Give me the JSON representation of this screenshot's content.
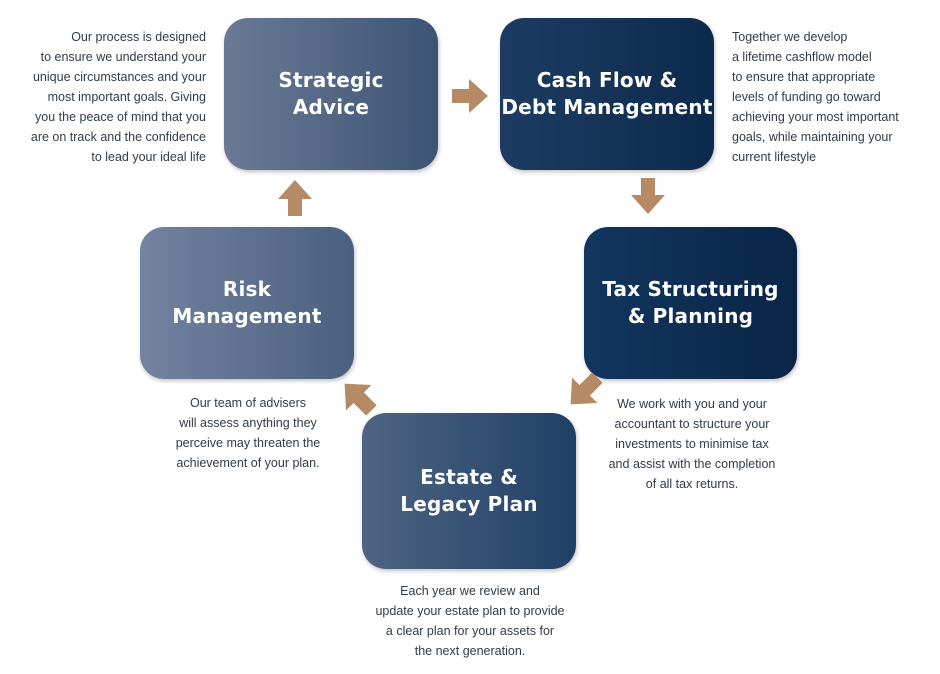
{
  "colors": {
    "arrow": "#b58a64",
    "text": "#333b47",
    "box_light": "#6a7a95",
    "box_dark": "#0c2a4c"
  },
  "steps": [
    {
      "title_lines": [
        "Strategic",
        "Advice"
      ],
      "description_lines": [
        "Our process is designed",
        "to ensure we understand your",
        "unique circumstances and your",
        "most important goals.  Giving",
        "you the peace of mind that you",
        "are on track and the confidence",
        "to lead your ideal life"
      ]
    },
    {
      "title_lines": [
        "Cash Flow &",
        "Debt Management"
      ],
      "description_lines": [
        "Together we develop",
        "a lifetime cashflow model",
        "to ensure that appropriate",
        "levels of funding go toward",
        "achieving your most important",
        "goals, while maintaining your",
        "current lifestyle"
      ]
    },
    {
      "title_lines": [
        "Tax Structuring",
        "& Planning"
      ],
      "description_lines": [
        "We work with you and your",
        "accountant to structure your",
        "investments to minimise tax",
        "and assist with the completion",
        "of all tax returns."
      ]
    },
    {
      "title_lines": [
        "Estate &",
        "Legacy Plan"
      ],
      "description_lines": [
        "Each year we review and",
        "update your estate plan to provide",
        "a clear plan for your assets for",
        "the next generation."
      ]
    },
    {
      "title_lines": [
        "Risk",
        "Management"
      ],
      "description_lines": [
        "Our team of advisers",
        "will assess anything they",
        "perceive may threaten the",
        "achievement of your plan."
      ]
    }
  ],
  "arrows": [
    {
      "from": "Strategic Advice",
      "to": "Cash Flow & Debt Management",
      "direction": "right"
    },
    {
      "from": "Cash Flow & Debt Management",
      "to": "Tax Structuring & Planning",
      "direction": "down"
    },
    {
      "from": "Tax Structuring & Planning",
      "to": "Estate & Legacy Plan",
      "direction": "down-left"
    },
    {
      "from": "Estate & Legacy Plan",
      "to": "Risk Management",
      "direction": "up-left"
    },
    {
      "from": "Risk Management",
      "to": "Strategic Advice",
      "direction": "up"
    }
  ]
}
